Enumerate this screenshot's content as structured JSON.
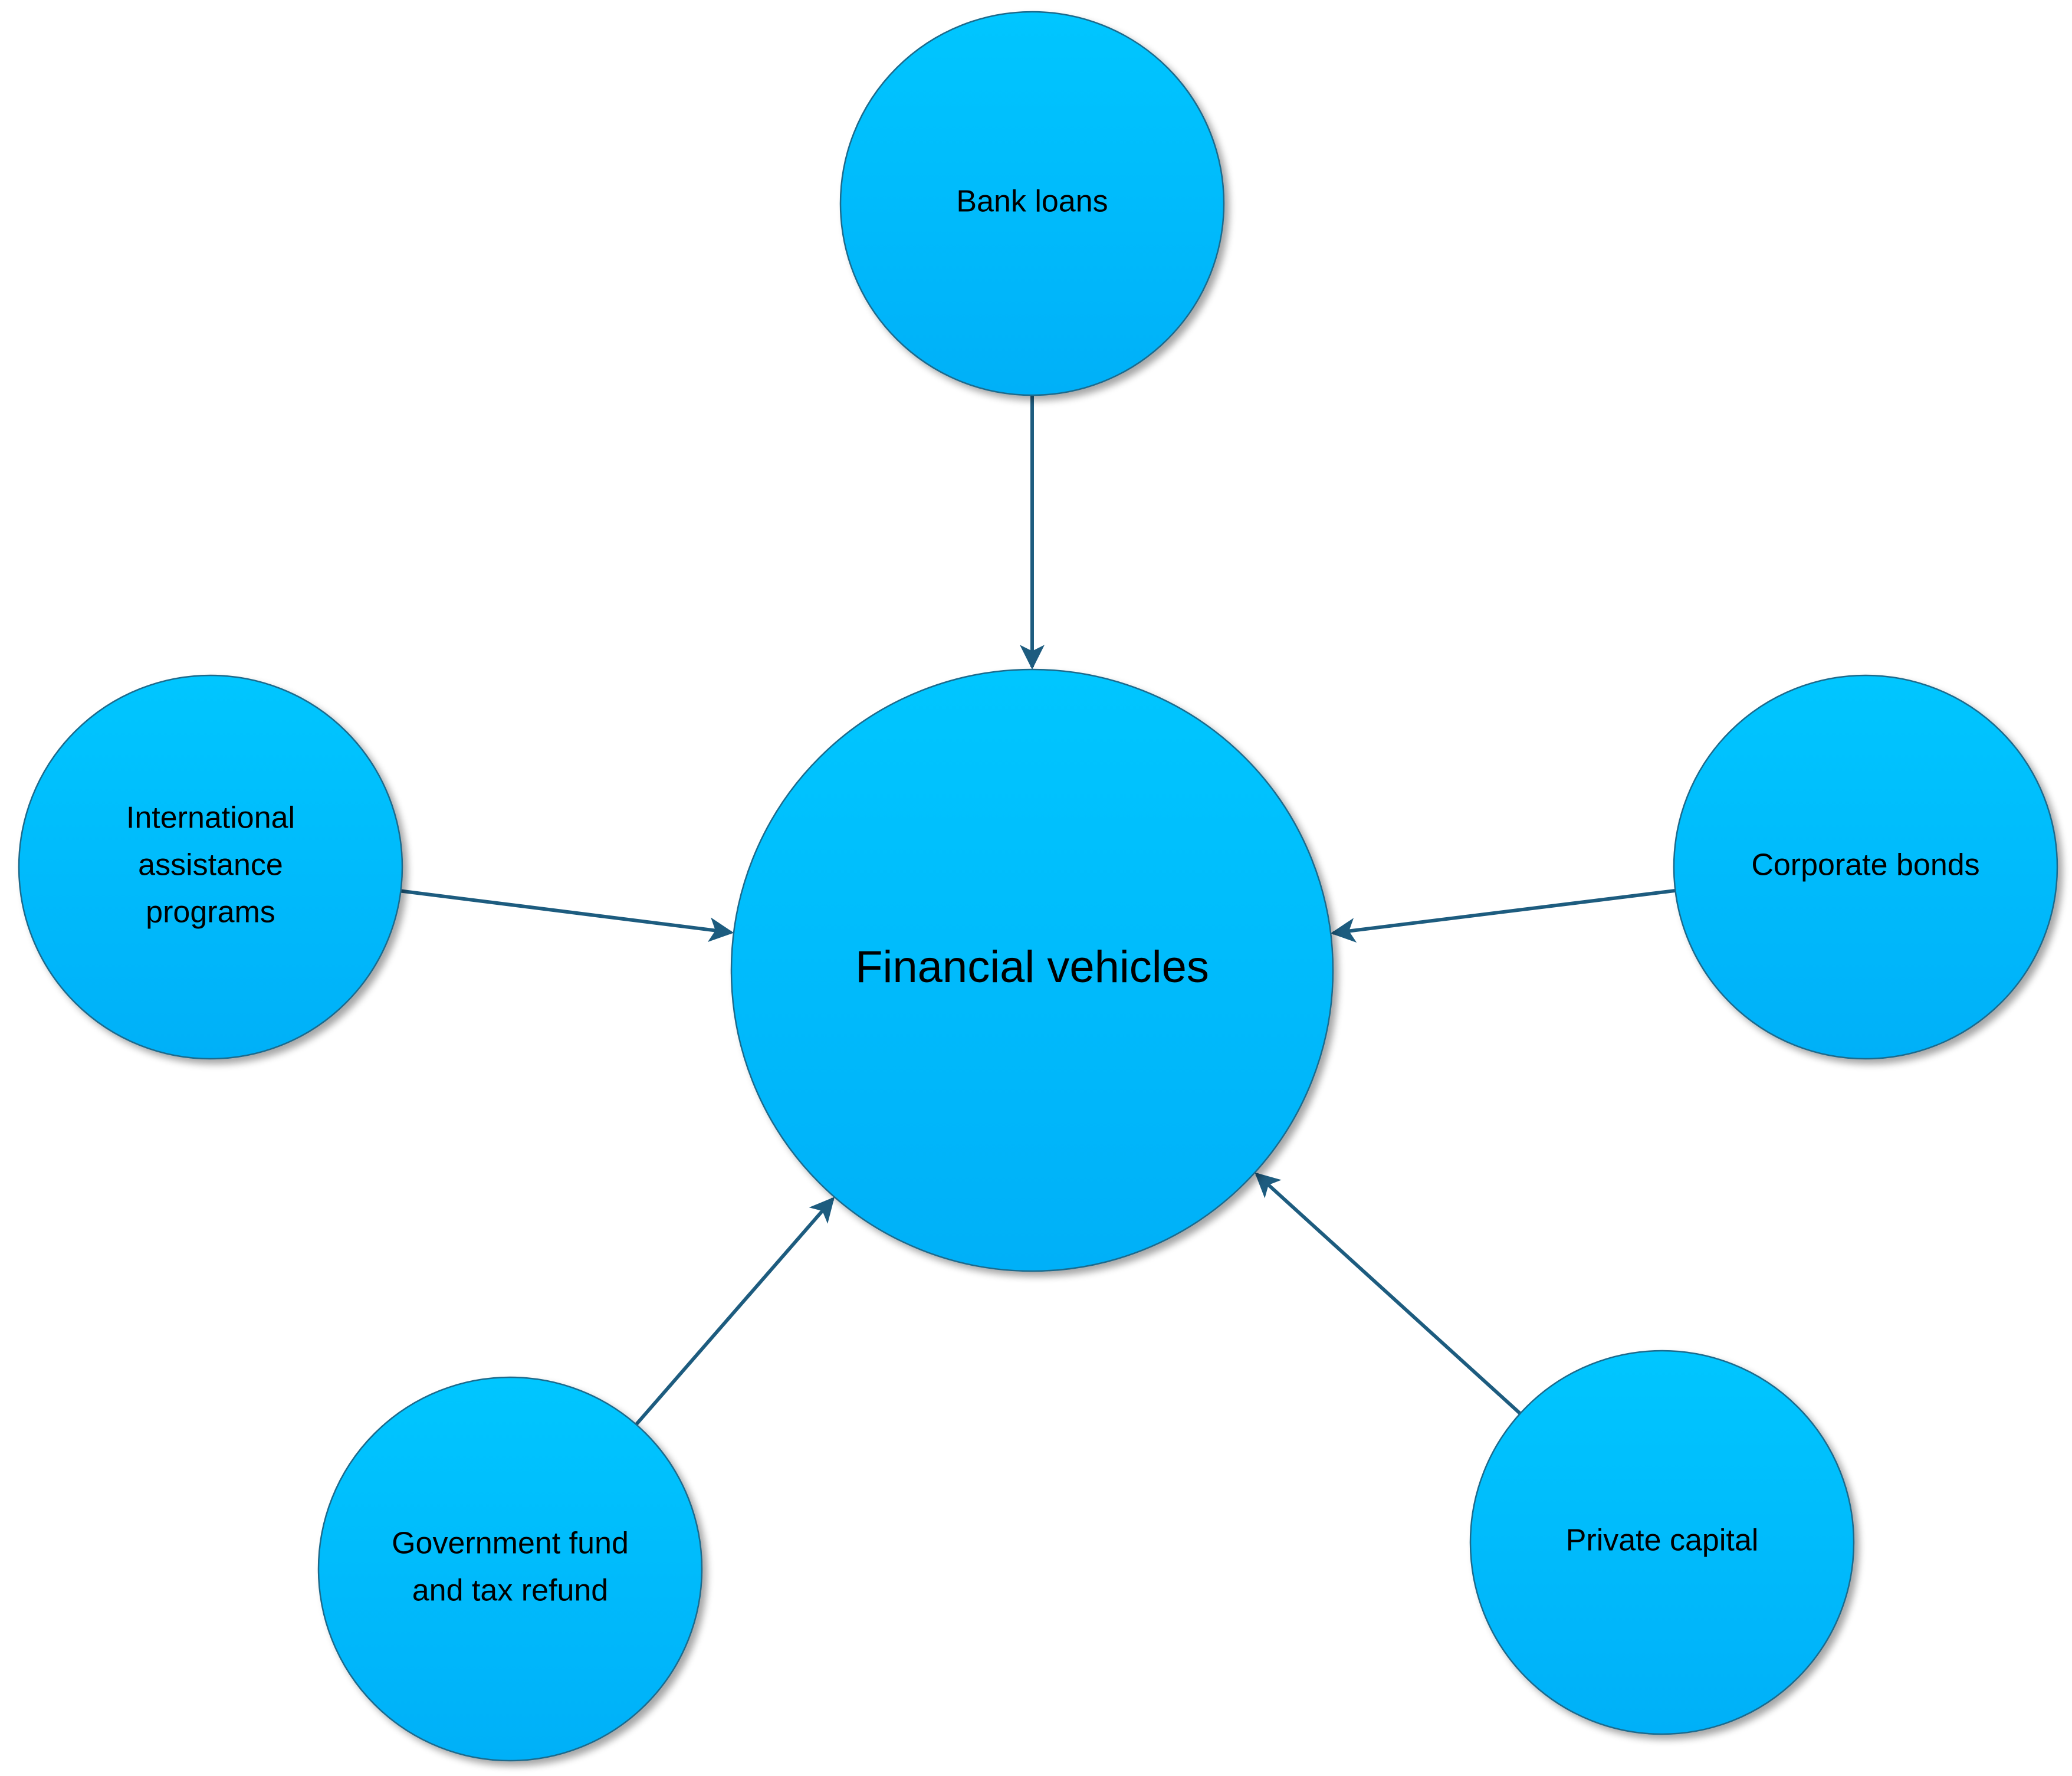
{
  "diagram": {
    "center": {
      "label_lines": [
        "Financial vehicles"
      ]
    },
    "nodes": [
      {
        "id": "bank-loans",
        "label_lines": [
          "Bank loans"
        ]
      },
      {
        "id": "international-assistance",
        "label_lines": [
          "International",
          "assistance",
          "programs"
        ]
      },
      {
        "id": "corporate-bonds",
        "label_lines": [
          "Corporate bonds"
        ]
      },
      {
        "id": "government-fund",
        "label_lines": [
          "Government fund",
          "and tax refund"
        ]
      },
      {
        "id": "private-capital",
        "label_lines": [
          "Private capital"
        ]
      }
    ],
    "edges": [
      {
        "from": "bank-loans",
        "to": "center"
      },
      {
        "from": "international-assistance",
        "to": "center"
      },
      {
        "from": "corporate-bonds",
        "to": "center"
      },
      {
        "from": "government-fund",
        "to": "center"
      },
      {
        "from": "private-capital",
        "to": "center"
      }
    ],
    "colors": {
      "fill_top": "#00c6ff",
      "fill_bottom": "#00b0f8",
      "stroke": "#1f6a8c",
      "arrow": "#1d5c7f",
      "text": "#000000"
    }
  }
}
